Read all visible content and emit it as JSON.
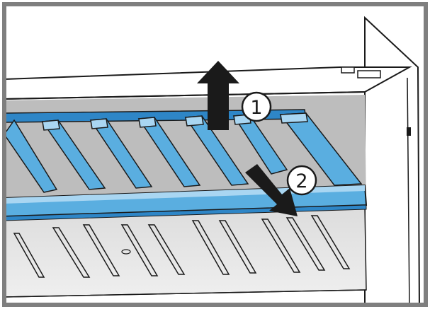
{
  "diagram": {
    "steps": [
      {
        "number": "1",
        "action": "lift-up"
      },
      {
        "number": "2",
        "action": "pull-out"
      }
    ],
    "colors": {
      "shelf_blue": "#5aaee0",
      "shelf_blue_dark": "#2e86c7",
      "shelf_blue_light": "#a9d6f2",
      "interior_gray": "#bdbdbd",
      "line": "#1a1a1a",
      "frame": "#7f7f7f"
    },
    "icons": [
      "arrow-up-icon",
      "arrow-down-right-icon"
    ]
  }
}
